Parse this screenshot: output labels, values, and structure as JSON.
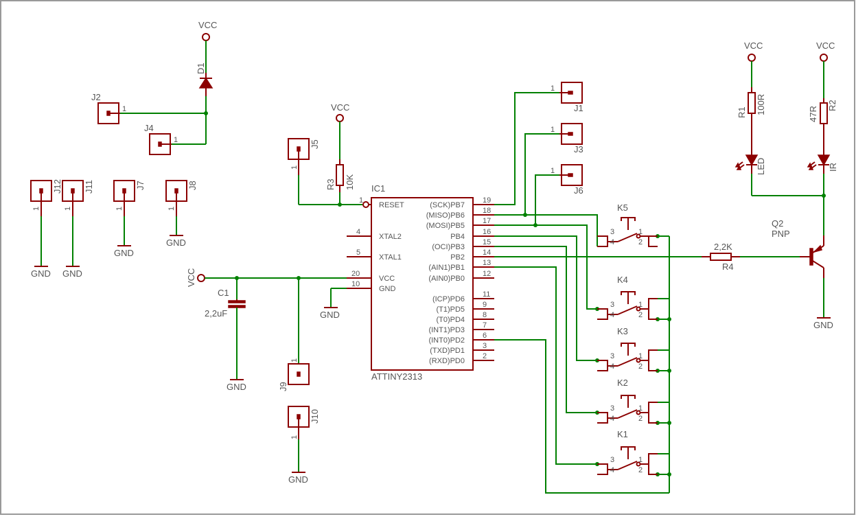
{
  "labels": {
    "vcc": "VCC",
    "gnd": "GND",
    "d1": "D1",
    "j1": "J1",
    "j2": "J2",
    "j3": "J3",
    "j4": "J4",
    "j5": "J5",
    "j6": "J6",
    "j7": "J7",
    "j8": "J8",
    "j9": "J9",
    "j10": "J10",
    "j11": "J11",
    "j12": "J12",
    "r1": "R1",
    "r1v": "100R",
    "r2": "R2",
    "r2v": "47R",
    "r3": "R3",
    "r3v": "10K",
    "r4": "R4",
    "r4v": "2,2K",
    "c1": "C1",
    "c1v": "2,2uF",
    "led": "LED",
    "ir": "IR",
    "q2": "Q2",
    "q2v": "PNP",
    "ic1": "IC1",
    "icv": "ATTINY2313",
    "k1": "K1",
    "k2": "K2",
    "k3": "K3",
    "k4": "K4",
    "k5": "K5",
    "one": "1"
  },
  "ic_pins_left": [
    {
      "name": "RESET",
      "num": "1"
    },
    {
      "name": "XTAL2",
      "num": "4"
    },
    {
      "name": "XTAL1",
      "num": "5"
    },
    {
      "name": "VCC",
      "num": "20"
    },
    {
      "name": "GND",
      "num": "10"
    }
  ],
  "ic_pins_right": [
    {
      "name": "(SCK)PB7",
      "num": "19"
    },
    {
      "name": "(MISO)PB6",
      "num": "18"
    },
    {
      "name": "(MOSI)PB5",
      "num": "17"
    },
    {
      "name": "PB4",
      "num": "16"
    },
    {
      "name": "(OCI)PB3",
      "num": "15"
    },
    {
      "name": "PB2",
      "num": "14"
    },
    {
      "name": "(AIN1)PB1",
      "num": "13"
    },
    {
      "name": "(AIN0)PB0",
      "num": "12"
    },
    {
      "name": "(ICP)PD6",
      "num": "11"
    },
    {
      "name": "(T1)PD5",
      "num": "9"
    },
    {
      "name": "(T0)PD4",
      "num": "8"
    },
    {
      "name": "(INT1)PD3",
      "num": "7"
    },
    {
      "name": "(INT0)PD2",
      "num": "6"
    },
    {
      "name": "(TXD)PD1",
      "num": "3"
    },
    {
      "name": "(RXD)PD0",
      "num": "2"
    }
  ],
  "switch_pins": {
    "p1": "1",
    "p2": "2",
    "p3": "3",
    "p4": "4"
  },
  "colors": {
    "wire": "#008000",
    "part": "#8b0000",
    "text": "#555555",
    "frame": "#999999"
  }
}
